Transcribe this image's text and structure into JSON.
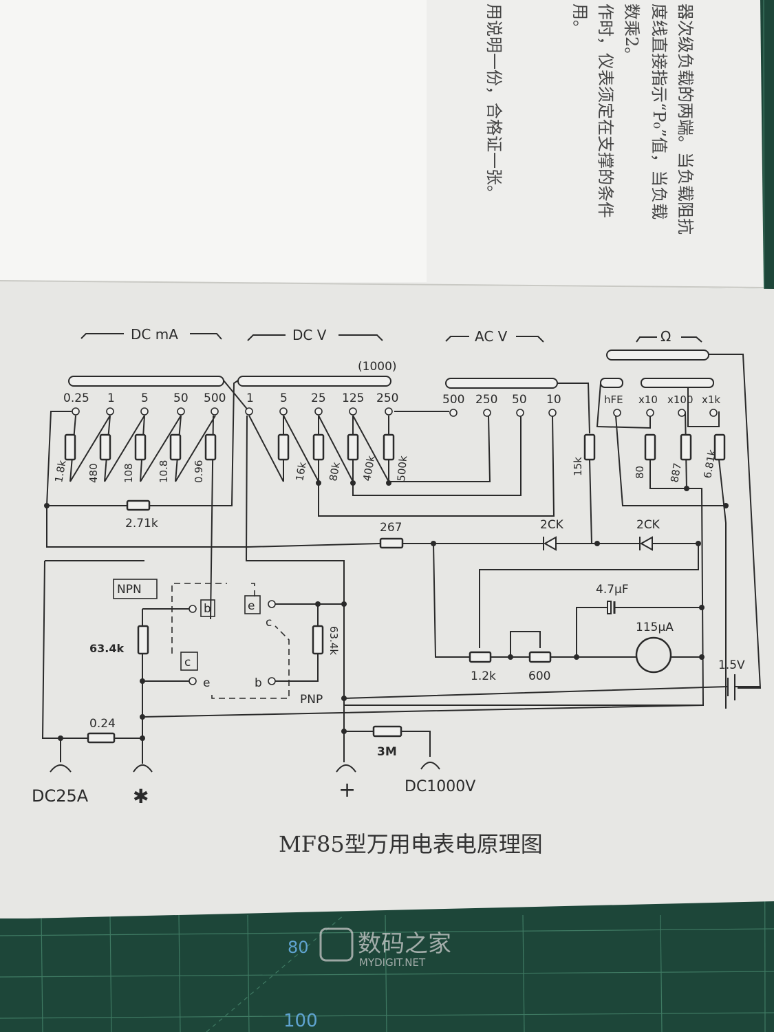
{
  "top_text": {
    "lines": [
      "器次级负载的两端。当负载阻抗",
      "度线直接指示“P₀”值，当负载",
      "数乘2。",
      "作时，仪表须定在支撑的条件",
      "用。",
      "用说明一份，合格证一张。"
    ]
  },
  "schematic": {
    "title": "MF85型万用电表电原理图",
    "groups": {
      "dcma": "DC mA",
      "dcv": "DC V",
      "acv": "AC V",
      "ohm": "Ω"
    },
    "dcv_note": "(1000)",
    "dcma_ranges": [
      "0.25",
      "1",
      "5",
      "50",
      "500"
    ],
    "dcv_ranges": [
      "1",
      "5",
      "25",
      "125",
      "250"
    ],
    "acv_ranges": [
      "500",
      "250",
      "50",
      "10"
    ],
    "ohm_ranges": [
      "hFE",
      "x10",
      "x100",
      "x1k"
    ],
    "dcma_resistors": [
      "1.8k",
      "480",
      "108",
      "10.8",
      "0.96"
    ],
    "dcv_resistors": [
      "16k",
      "80k",
      "400k",
      "500k"
    ],
    "acv_resistor": "15k",
    "ohm_resistors": [
      "80",
      "887",
      "6.81k"
    ],
    "shunt": "2.71k",
    "series_267": "267",
    "diodes": [
      "2CK",
      "2CK"
    ],
    "npn_label": "NPN",
    "pnp_label": "PNP",
    "socket_pins": {
      "npn_b": "b",
      "npn_e": "e",
      "npn_c": "c",
      "pnp_e": "e",
      "pnp_b": "b",
      "pnp_c": "c"
    },
    "hfe_resistors": [
      "63.4k",
      "63.4k"
    ],
    "pots": [
      "1.2k",
      "600"
    ],
    "capacitor": "4.7μF",
    "meter": "115μA",
    "battery": "1.5V",
    "r_024": "0.24",
    "r_3m": "3M",
    "jacks": [
      "DC25A",
      "✱",
      "+",
      "DC1000V"
    ]
  },
  "watermark": {
    "brand": "数码之家",
    "site": "MYDIGIT.NET"
  },
  "mat_numbers": [
    "80",
    "100"
  ]
}
